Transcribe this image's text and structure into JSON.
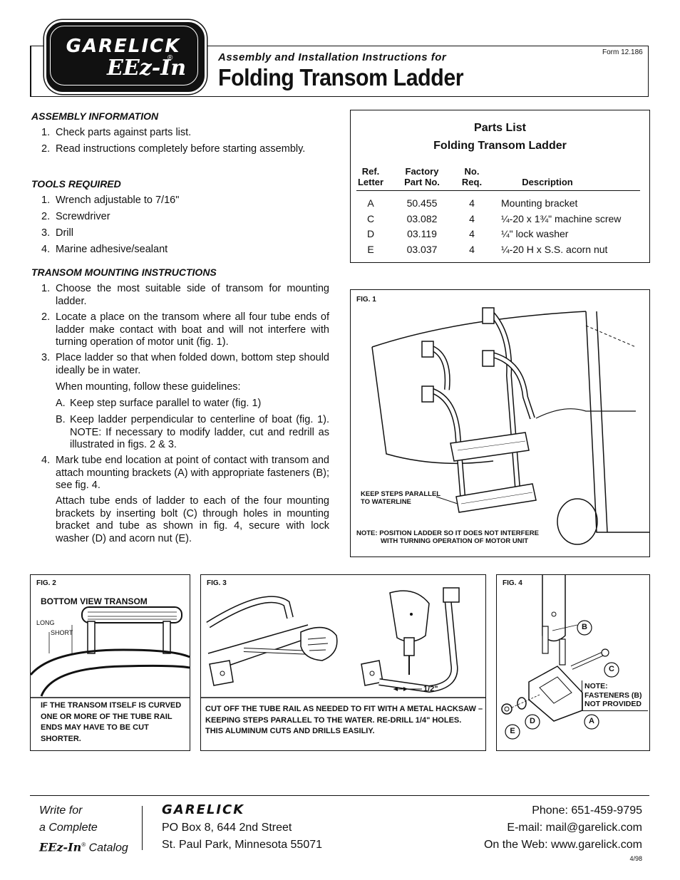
{
  "header": {
    "logo_wordmark": "GARELICK",
    "logo_sub": "EEz-In",
    "logo_reg": "®",
    "subtitle": "Assembly and Installation Instructions for",
    "title": "Folding Transom Ladder",
    "form_number": "Form 12.186"
  },
  "assembly": {
    "heading": "ASSEMBLY INFORMATION",
    "items": [
      {
        "num": "1.",
        "text": "Check parts against parts list."
      },
      {
        "num": "2.",
        "text": "Read instructions completely before starting assembly."
      }
    ]
  },
  "tools": {
    "heading": "TOOLS REQUIRED",
    "items": [
      {
        "num": "1.",
        "text": "Wrench adjustable to 7/16\""
      },
      {
        "num": "2.",
        "text": "Screwdriver"
      },
      {
        "num": "3.",
        "text": "Drill"
      },
      {
        "num": "4.",
        "text": "Marine adhesive/sealant"
      }
    ]
  },
  "transom": {
    "heading": "TRANSOM MOUNTING INSTRUCTIONS",
    "step1_num": "1.",
    "step1": "Choose the most suitable side of transom for mounting ladder.",
    "step2_num": "2.",
    "step2": "Locate a place on the transom where all four tube ends of ladder make contact with boat and will not interfere with turning operation of motor unit (fig. 1).",
    "step3_num": "3.",
    "step3": "Place ladder so that when folded down, bottom step should ideally be in water.",
    "guidelines_intro": "When mounting, follow these guidelines:",
    "guide_a_letter": "A.",
    "guide_a": "Keep step surface parallel to water (fig. 1)",
    "guide_b_letter": "B.",
    "guide_b": "Keep ladder perpendicular to centerline of boat (fig. 1). NOTE: If necessary to modify ladder, cut and redrill as illustrated in figs. 2 & 3.",
    "step4_num": "4.",
    "step4": "Mark tube end location at point of contact with transom and attach mounting brackets (A) with appropriate fasteners (B); see fig. 4.",
    "step4_cont": "Attach tube ends of ladder to each of the four mounting brackets by inserting bolt (C) through holes in mounting bracket and tube as shown in fig. 4, secure with lock washer (D) and acorn nut (E)."
  },
  "parts_list": {
    "title_line1": "Parts List",
    "title_line2": "Folding Transom Ladder",
    "headers": {
      "ref1": "Ref.",
      "ref2": "Letter",
      "factory1": "Factory",
      "factory2": "Part No.",
      "no1": "No.",
      "no2": "Req.",
      "desc": "Description"
    },
    "rows": [
      {
        "ref": "A",
        "part": "50.455",
        "req": "4",
        "desc": "Mounting bracket"
      },
      {
        "ref": "C",
        "part": "03.082",
        "req": "4",
        "desc": "¼-20 x 1¾\" machine screw"
      },
      {
        "ref": "D",
        "part": "03.119",
        "req": "4",
        "desc": "¼\" lock washer"
      },
      {
        "ref": "E",
        "part": "03.037",
        "req": "4",
        "desc": "¼-20 H x S.S. acorn nut"
      }
    ]
  },
  "fig1": {
    "label": "FIG. 1",
    "steps_note_1": "KEEP STEPS PARALLEL",
    "steps_note_2": "TO WATERLINE",
    "note_1": "NOTE: POSITION LADDER SO IT DOES NOT INTERFERE",
    "note_2": "WITH TURNING OPERATION OF MOTOR UNIT"
  },
  "fig2": {
    "label": "FIG. 2",
    "title": "BOTTOM VIEW TRANSOM",
    "long": "LONG",
    "short": "SHORT",
    "caption_1": "IF THE TRANSOM ITSELF IS CURVED",
    "caption_2": "ONE OR MORE OF THE TUBE RAIL",
    "caption_3": "ENDS MAY HAVE TO BE CUT",
    "caption_4": "SHORTER."
  },
  "fig3": {
    "label": "FIG. 3",
    "dim": "1/2\"",
    "caption_1": "CUT OFF THE TUBE RAIL AS NEEDED TO FIT WITH A METAL HACKSAW –",
    "caption_2": "KEEPING STEPS PARALLEL TO THE WATER. RE-DRILL 1/4\" HOLES.",
    "caption_3": "THIS ALUMINUM CUTS AND DRILLS EASILIY."
  },
  "fig4": {
    "label": "FIG. 4",
    "b": "B",
    "c": "C",
    "a": "A",
    "d": "D",
    "e": "E",
    "note_1": "NOTE:",
    "note_2": "FASTENERS (B)",
    "note_3": "NOT PROVIDED"
  },
  "footer": {
    "write_1": "Write for",
    "write_2": "a Complete",
    "write_3_brand": "EEz-In",
    "write_3_reg": "®",
    "write_3": "Catalog",
    "brand": "GARELICK",
    "address_1": "PO Box 8, 644 2nd Street",
    "address_2": "St. Paul Park, Minnesota 55071",
    "phone": "Phone: 651-459-9795",
    "email": "E-mail: mail@garelick.com",
    "web": "On the Web: www.garelick.com",
    "date": "4/98"
  }
}
